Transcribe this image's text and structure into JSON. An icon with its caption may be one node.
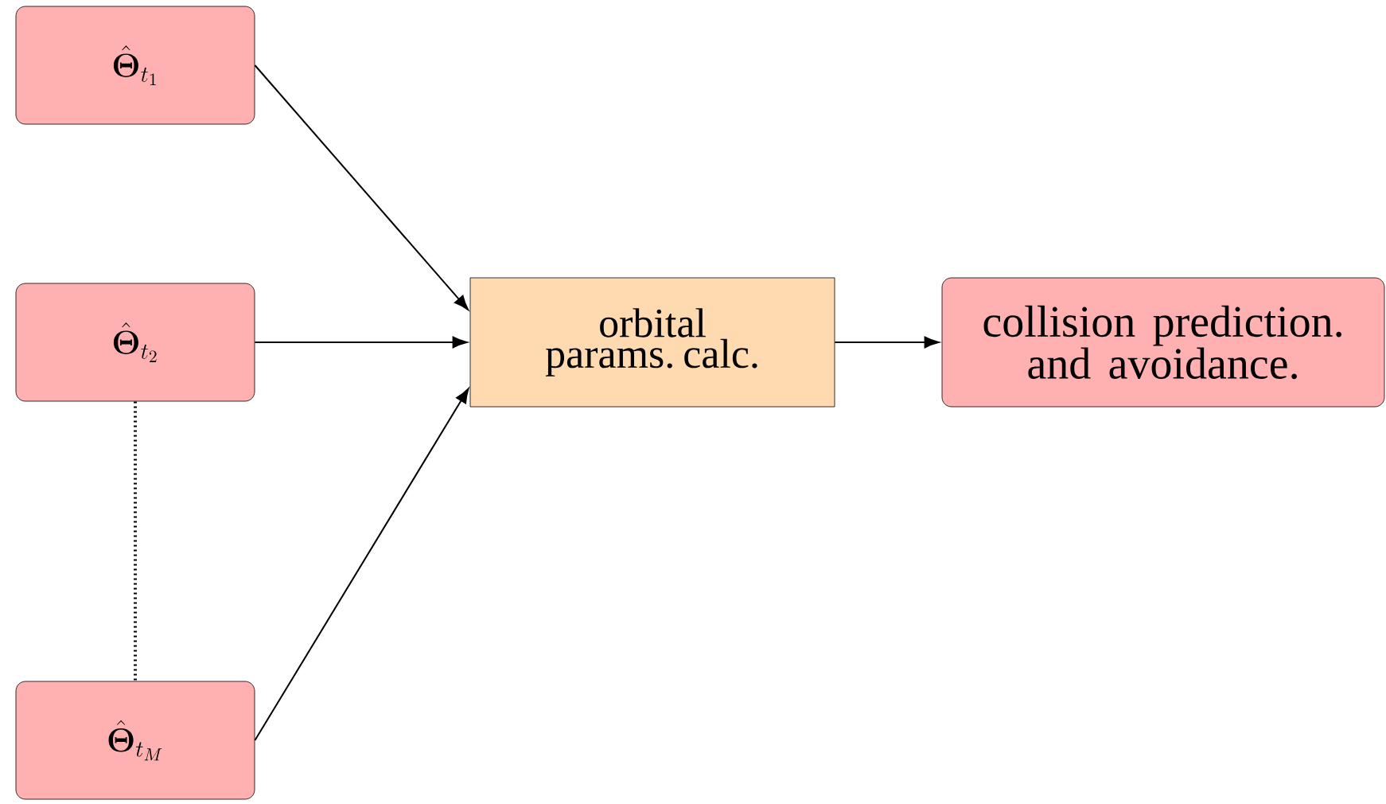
{
  "diagram": {
    "nodes": [
      {
        "text": [
          "\\hat{\\boldsymbol{\\Theta}}_{t_1}"
        ]
      },
      {
        "text": [
          "\\hat{\\boldsymbol{\\Theta}}_{t_2}"
        ]
      },
      {
        "text": [
          "\\hat{\\boldsymbol{\\Theta}}_{t_M}"
        ]
      },
      {
        "text": [
          "orbital params. calc."
        ]
      },
      {
        "text": [
          "collision prediction. and avoidance."
        ]
      }
    ],
    "edges": [
      {
        "from": 0,
        "to": 3,
        "arrow": "to"
      },
      {
        "from": 1,
        "to": 3,
        "arrow": "to"
      },
      {
        "from": 2,
        "to": 3,
        "arrow": "to"
      },
      {
        "from": 3,
        "to": 4,
        "arrow": "to"
      },
      {
        "from": 1,
        "to": 2,
        "arrow": "none",
        "style": "dashed"
      }
    ]
  }
}
